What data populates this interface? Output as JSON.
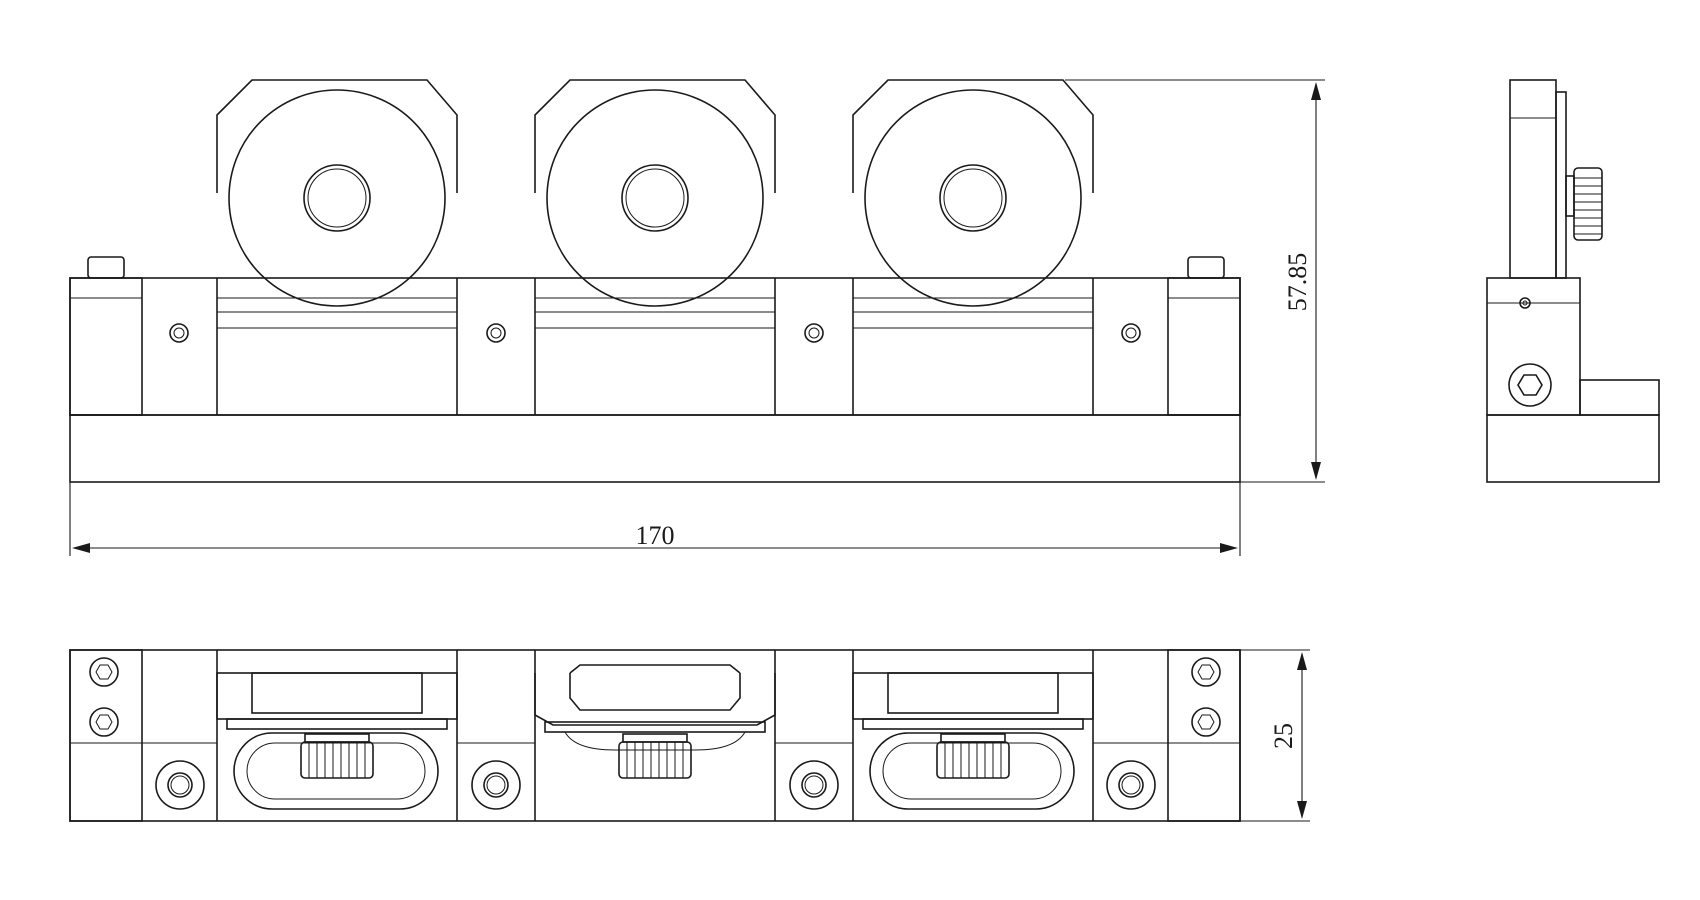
{
  "dimensions": {
    "length": "170",
    "height": "57.85",
    "width": "25"
  },
  "colors": {
    "line": "#1a1a1a",
    "background": "#ffffff"
  }
}
